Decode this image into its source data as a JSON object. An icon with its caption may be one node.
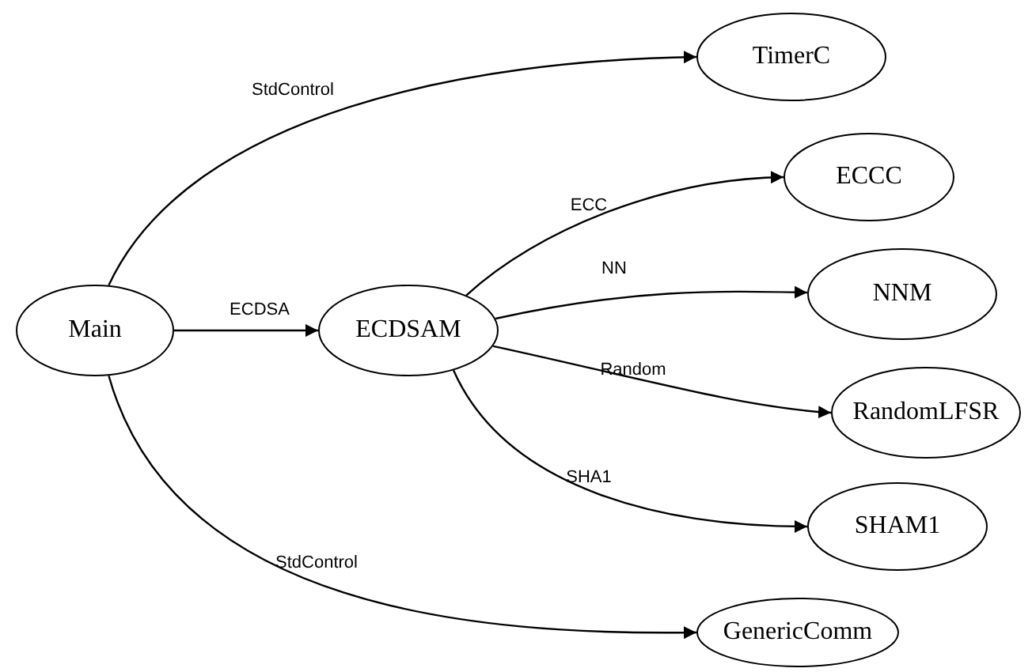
{
  "diagram": {
    "nodes": [
      {
        "text": [
          "Main"
        ]
      },
      {
        "text": [
          "ECDSAM"
        ]
      },
      {
        "text": [
          "TimerC"
        ]
      },
      {
        "text": [
          "ECCC"
        ]
      },
      {
        "text": [
          "NNM"
        ]
      },
      {
        "text": [
          "RandomLFSR"
        ]
      },
      {
        "text": [
          "SHAM1"
        ]
      },
      {
        "text": [
          "GenericComm"
        ]
      }
    ],
    "edges": [
      {
        "from": 0,
        "to": 2,
        "arrow": "to",
        "label": "StdControl"
      },
      {
        "from": 0,
        "to": 1,
        "arrow": "to",
        "label": "ECDSA"
      },
      {
        "from": 1,
        "to": 3,
        "arrow": "to",
        "label": "ECC"
      },
      {
        "from": 1,
        "to": 4,
        "arrow": "to",
        "label": "NN"
      },
      {
        "from": 1,
        "to": 5,
        "arrow": "to",
        "label": "Random"
      },
      {
        "from": 1,
        "to": 6,
        "arrow": "to",
        "label": "SHA1"
      },
      {
        "from": 0,
        "to": 7,
        "arrow": "to",
        "label": "StdControl"
      }
    ]
  }
}
